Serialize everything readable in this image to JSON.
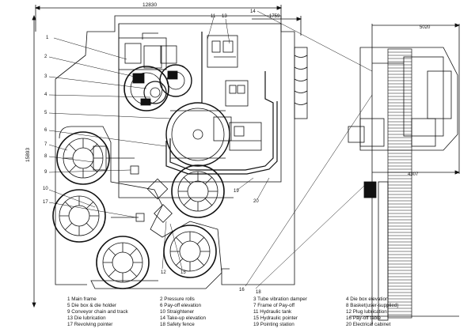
{
  "dimensions": {
    "overall_width": "12830",
    "right_offset": "1759",
    "overall_height": "15893",
    "side_width": "5020",
    "side_bottom": "4307"
  },
  "callouts": [
    "1",
    "2",
    "3",
    "4",
    "5",
    "6",
    "7",
    "8",
    "9",
    "10",
    "11",
    "12",
    "13",
    "14",
    "15",
    "16",
    "17",
    "18",
    "19",
    "20"
  ],
  "legend": [
    "1 Main frame",
    "2 Pressure rolls",
    "3 Tube vibration damper",
    "4 Die box elevation",
    "5 Die box & die holder",
    "6 Pay-off elevation",
    "7 Frame of Pay-off",
    "8 Basket(user-supplied)",
    "9 Conveyor chain and track",
    "10 Straightener",
    "11 Hydraulic tank",
    "12 Plug lubrication",
    "13 Die lubrication",
    "14 Take-up elevation",
    "15 Hydraulic pointer",
    "16 Pay-off table",
    "17 Revolving pointer",
    "18 Safety fence",
    "19 Pointing station",
    "20 Electrical cabinet"
  ]
}
